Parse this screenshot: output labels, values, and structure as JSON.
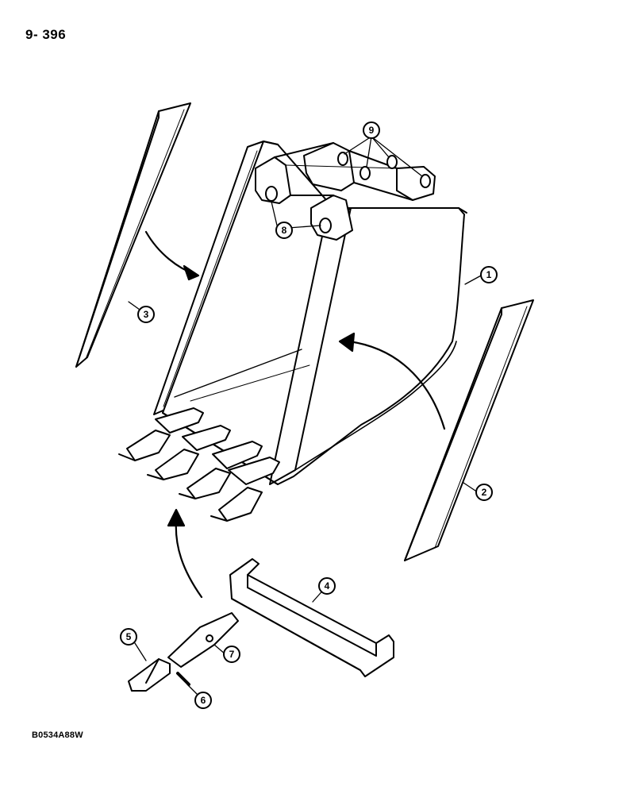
{
  "header": {
    "page_number": "9- 396"
  },
  "footer": {
    "figure_code": "B0534A88W"
  },
  "callouts": {
    "c1": "1",
    "c2": "2",
    "c3": "3",
    "c4": "4",
    "c5": "5",
    "c6": "6",
    "c7": "7",
    "c8": "8",
    "c9": "9"
  }
}
